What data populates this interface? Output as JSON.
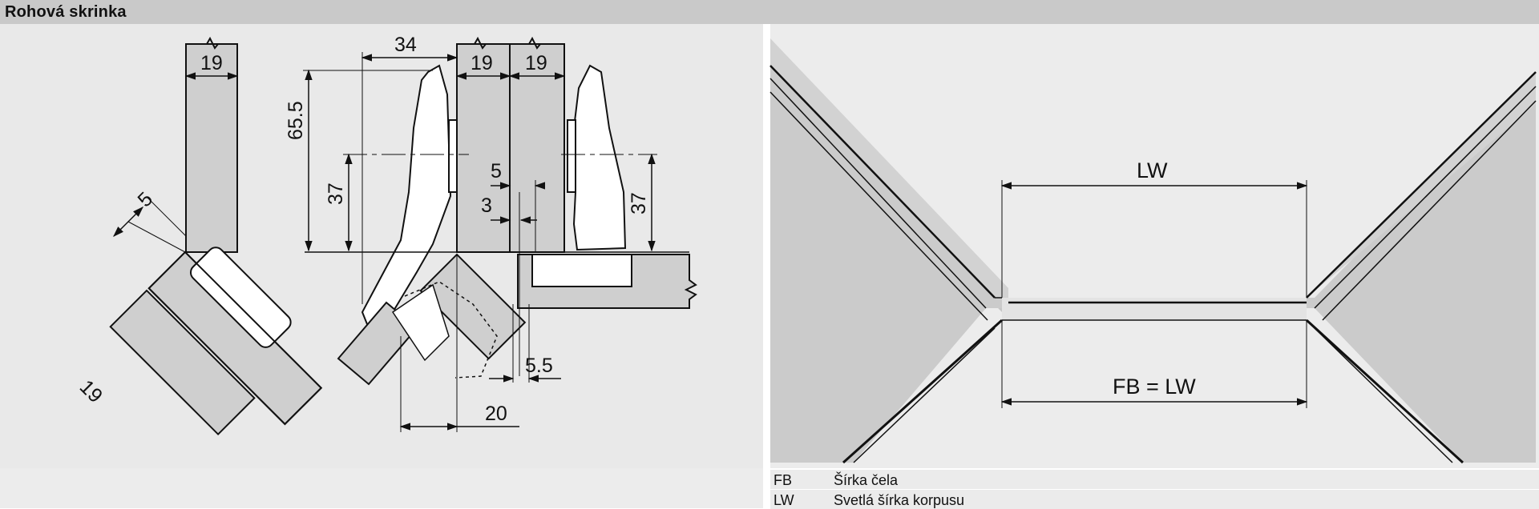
{
  "title": "Rohová skrinka",
  "left_diagram": {
    "dimensions": {
      "panel_top": "19",
      "panel_diag": "19",
      "gap_diag": "5",
      "width_34": "34",
      "door_a": "19",
      "door_b": "19",
      "height_655": "65.5",
      "height_37_left": "37",
      "height_37_right": "37",
      "offset_5": "5",
      "offset_3": "3",
      "offset_55": "5.5",
      "offset_20": "20"
    }
  },
  "right_diagram": {
    "lw_label": "LW",
    "fb_label": "FB = LW"
  },
  "legend": [
    {
      "abbr": "FB",
      "desc": "Šírka čela"
    },
    {
      "abbr": "LW",
      "desc": "Svetlá šírka korpusu"
    }
  ]
}
